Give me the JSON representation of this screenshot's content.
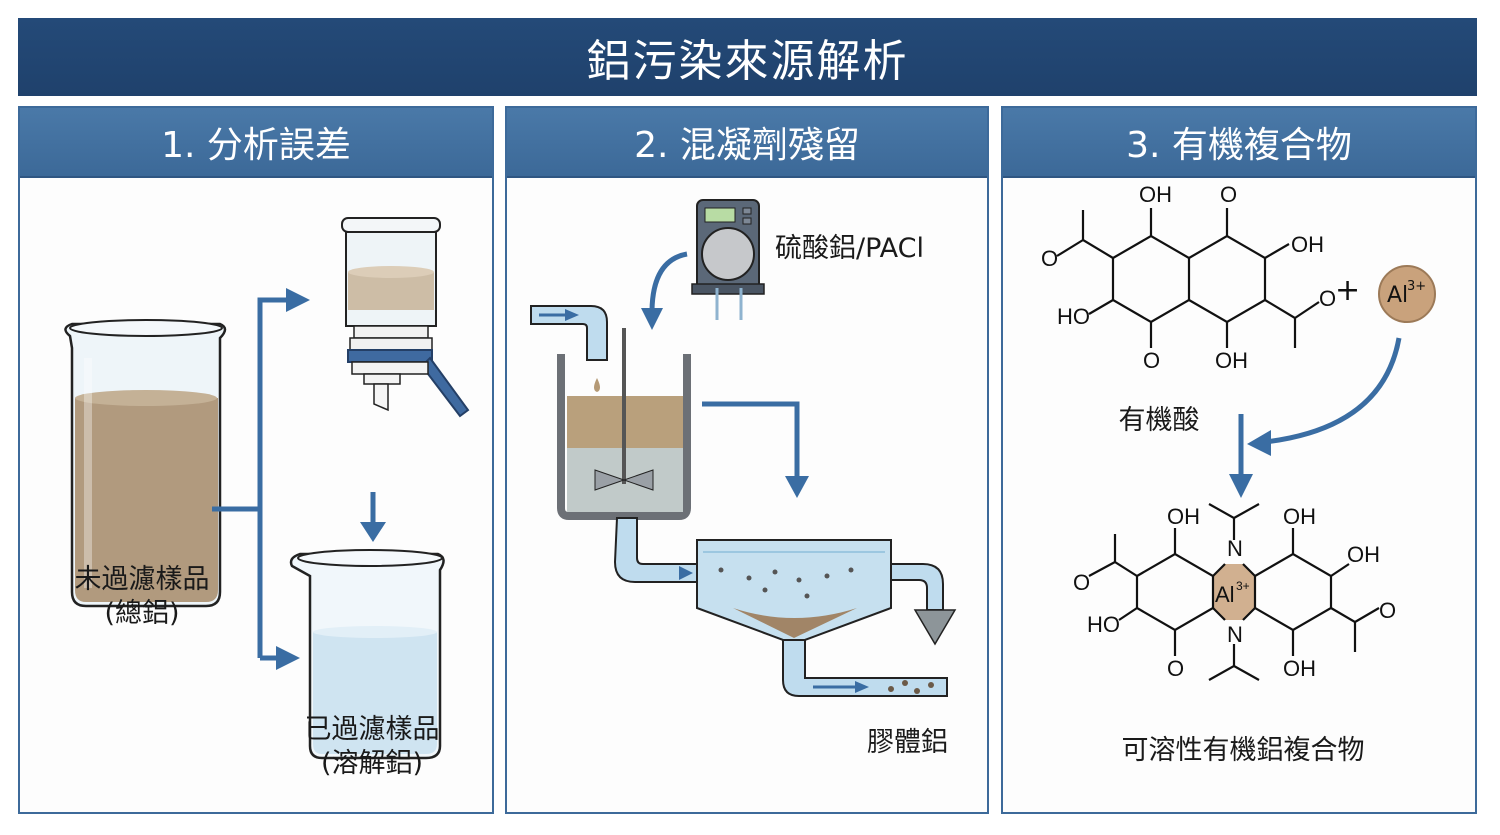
{
  "title": "鋁污染來源解析",
  "panels": [
    {
      "header": "1. 分析誤差",
      "labels": {
        "unfiltered_line1": "未過濾樣品",
        "unfiltered_line2": "(總鋁)",
        "filtered_line1": "已過濾樣品",
        "filtered_line2": "(溶解鋁)"
      }
    },
    {
      "header": "2. 混凝劑殘留",
      "labels": {
        "coagulant": "硫酸鋁/PACl",
        "colloidal": "膠體鋁"
      }
    },
    {
      "header": "3. 有機複合物",
      "labels": {
        "organic_acid": "有機酸",
        "plus": "+",
        "ion": "Al",
        "ion_charge": "3+",
        "complex": "可溶性有機鋁複合物"
      },
      "chem_atoms": {
        "oh": "OH",
        "ho": "HO",
        "o": "O",
        "n": "N"
      }
    }
  ],
  "colors": {
    "title_bg": "#1f416c",
    "header_bg": "#3f6c9b",
    "arrow": "#3a6da3",
    "turbid": "#b5a085",
    "clear_water": "#cfe4f1",
    "al_ion": "#c9a27c"
  }
}
